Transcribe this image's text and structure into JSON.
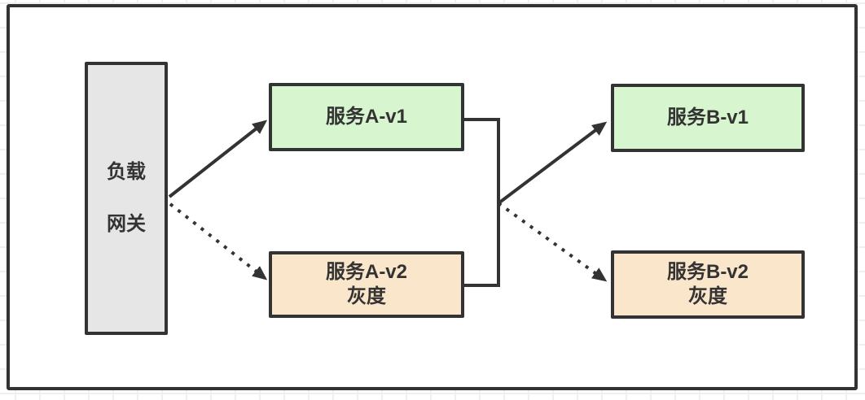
{
  "diagram": {
    "type": "flow",
    "description_visible_text_only": true,
    "gateway": {
      "label_line1": "负载",
      "label_line2": "网关"
    },
    "nodes": {
      "service_a_v1": {
        "label": "服务A-v1"
      },
      "service_a_v2": {
        "label": "服务A-v2",
        "sublabel": "灰度"
      },
      "service_b_v1": {
        "label": "服务B-v1"
      },
      "service_b_v2": {
        "label": "服务B-v2",
        "sublabel": "灰度"
      }
    },
    "edges": [
      {
        "from": "gateway",
        "to": "service_a_v1",
        "style": "solid",
        "arrow": true
      },
      {
        "from": "gateway",
        "to": "service_a_v2",
        "style": "dotted",
        "arrow": true
      },
      {
        "from": "service_a_v1 + service_a_v2",
        "to": "merge-point",
        "style": "solid",
        "arrow": false
      },
      {
        "from": "merge-point",
        "to": "service_b_v1",
        "style": "solid",
        "arrow": true
      },
      {
        "from": "merge-point",
        "to": "service_b_v2",
        "style": "dotted",
        "arrow": true
      }
    ],
    "colors": {
      "stable_fill": "#d7f6d0",
      "gray_release_fill": "#fae6ca",
      "gateway_fill": "#e6e6e6",
      "stroke": "#333333",
      "grid_line": "#f0f0f0",
      "background": "#ffffff"
    }
  }
}
